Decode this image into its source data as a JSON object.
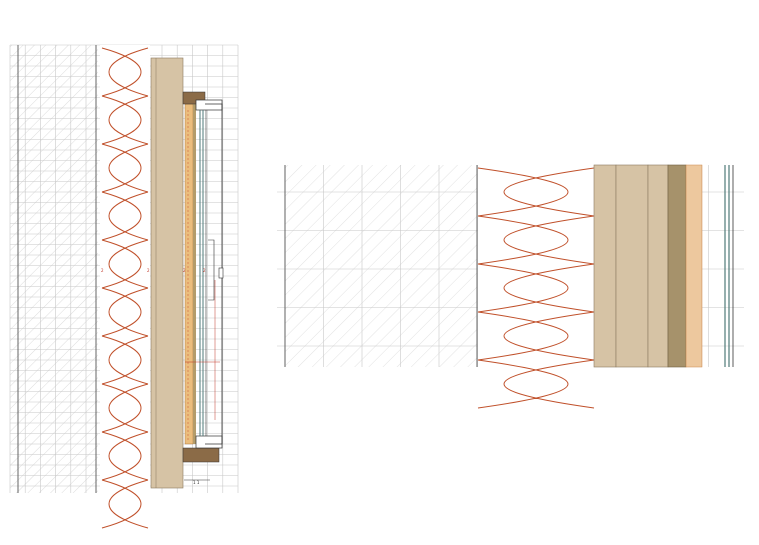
{
  "colors": {
    "background": "#ffffff",
    "grid": "#bdbdbd",
    "hatch": "#d9d9d9",
    "insulation": "#c0502a",
    "timber": "#d6c3a5",
    "timber_dark": "#a6926b",
    "fibreboard": "#ecc9a3",
    "glass": "#8fb3b0",
    "line": "#333333",
    "dim": "#c0392b"
  },
  "panels": {
    "left_section": {
      "name": "vertical-wall-section"
    },
    "right_section": {
      "name": "horizontal-wall-section"
    }
  },
  "labels": {
    "dim_tag_1": "2",
    "dim_tag_2": "2",
    "dim_tag_3": "2",
    "dim_tag_4": "2",
    "bottom_tag": "1 1"
  }
}
